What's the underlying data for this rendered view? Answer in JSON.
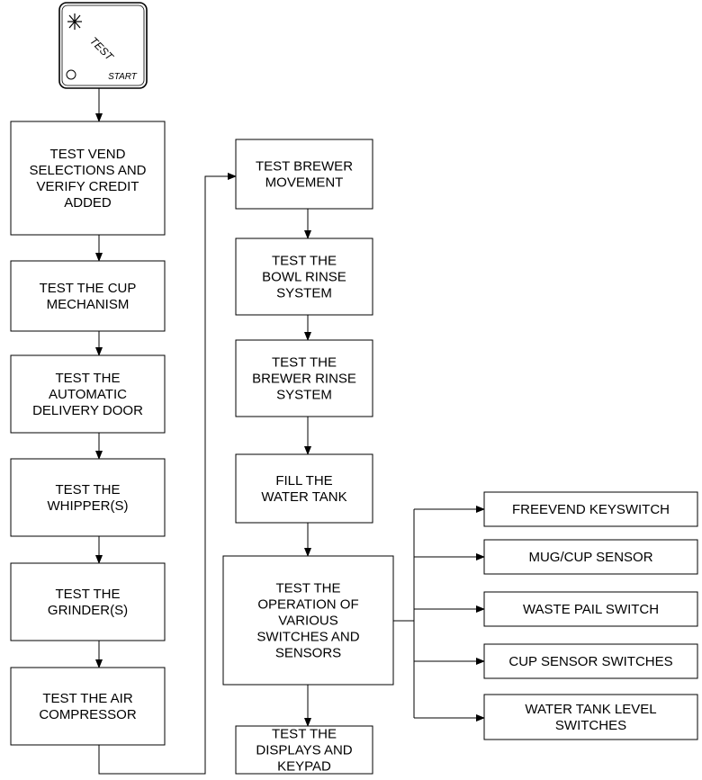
{
  "key": {
    "label": "TEST",
    "start_label": "START",
    "star_icon": "asterisk-icon",
    "led_icon": "circle-icon"
  },
  "left_column": [
    [
      "TEST VEND",
      "SELECTIONS AND",
      "VERIFY CREDIT",
      "ADDED"
    ],
    [
      "TEST THE CUP",
      "MECHANISM"
    ],
    [
      "TEST THE",
      "AUTOMATIC",
      "DELIVERY DOOR"
    ],
    [
      "TEST THE",
      "WHIPPER(S)"
    ],
    [
      "TEST THE",
      "GRINDER(S)"
    ],
    [
      "TEST THE AIR",
      "COMPRESSOR"
    ]
  ],
  "middle_column": [
    [
      "TEST BREWER",
      "MOVEMENT"
    ],
    [
      "TEST THE",
      "BOWL RINSE",
      "SYSTEM"
    ],
    [
      "TEST THE",
      "BREWER RINSE",
      "SYSTEM"
    ],
    [
      "FILL THE",
      "WATER TANK"
    ],
    [
      "TEST THE",
      "OPERATION OF",
      "VARIOUS",
      "SWITCHES AND",
      "SENSORS"
    ],
    [
      "TEST THE",
      "DISPLAYS AND",
      "KEYPAD"
    ]
  ],
  "right_column": [
    [
      "FREEVEND KEYSWITCH"
    ],
    [
      "MUG/CUP SENSOR"
    ],
    [
      "WASTE PAIL SWITCH"
    ],
    [
      "CUP SENSOR SWITCHES"
    ],
    [
      "WATER TANK LEVEL",
      "SWITCHES"
    ]
  ]
}
